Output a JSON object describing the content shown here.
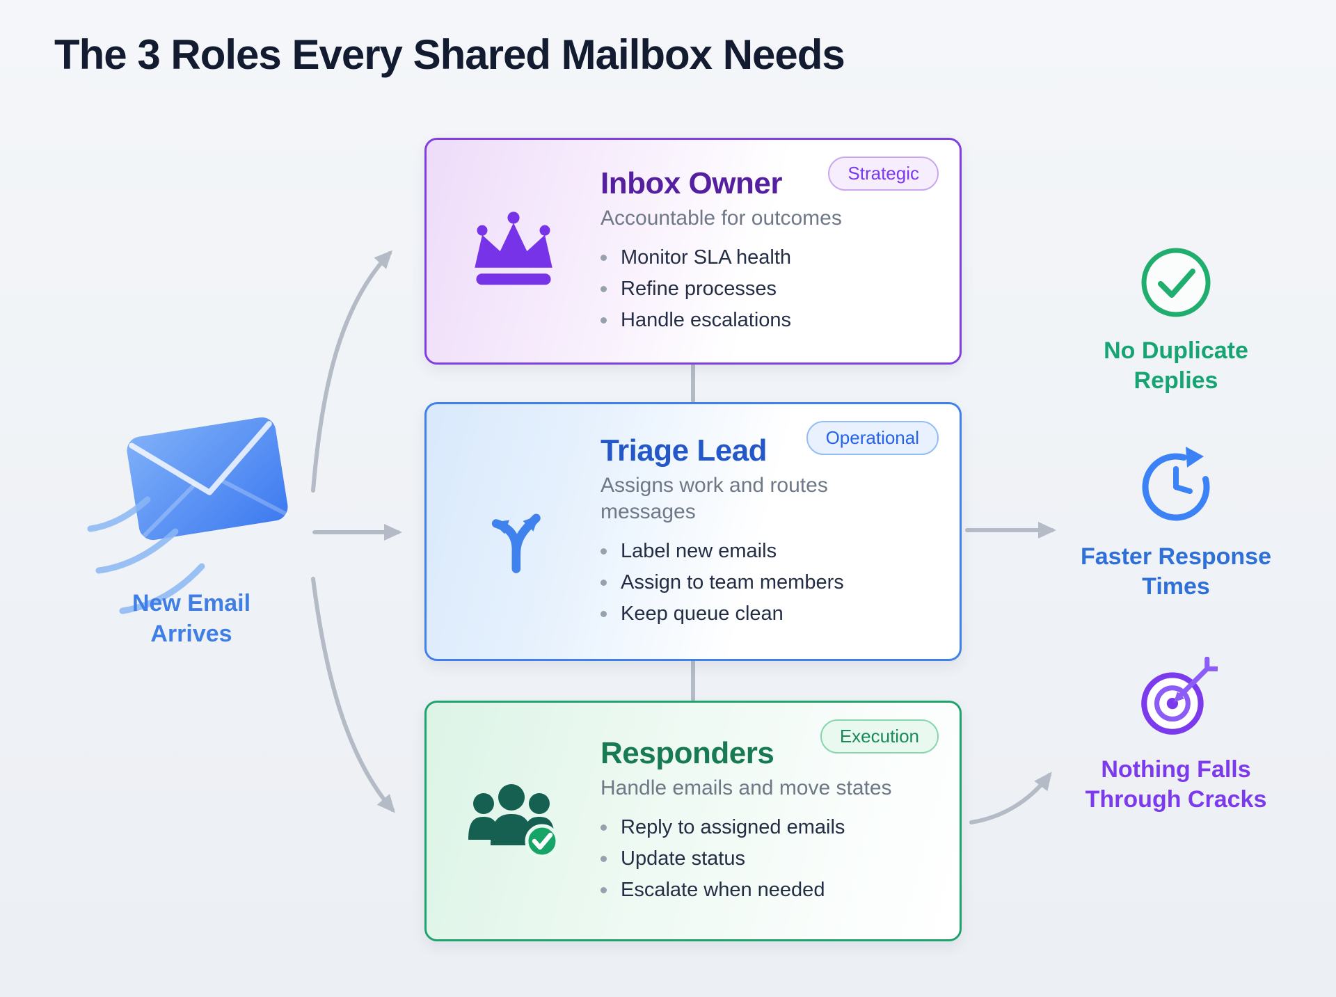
{
  "page": {
    "title": "The 3 Roles Every Shared Mailbox Needs"
  },
  "email_source": {
    "label": "New Email Arrives",
    "icon": "envelope-icon",
    "color": "#4e8cf0"
  },
  "cards": [
    {
      "title": "Inbox Owner",
      "badge": "Strategic",
      "subtitle": "Accountable for outcomes",
      "bullets": [
        "Monitor SLA health",
        "Refine processes",
        "Handle escalations"
      ],
      "icon": "crown-icon",
      "accent": "#7c3aed"
    },
    {
      "title": "Triage Lead",
      "badge": "Operational",
      "subtitle": "Assigns work and routes messages",
      "bullets": [
        "Label new emails",
        "Assign to team members",
        "Keep queue clean"
      ],
      "icon": "route-branch-icon",
      "accent": "#3b82f6"
    },
    {
      "title": "Responders",
      "badge": "Execution",
      "subtitle": "Handle emails and move states",
      "bullets": [
        "Reply to assigned emails",
        "Update status",
        "Escalate when needed"
      ],
      "icon": "team-check-icon",
      "accent": "#10b981"
    }
  ],
  "outcomes": [
    {
      "label": "No Duplicate Replies",
      "icon": "check-circle-icon",
      "color": "#16a572"
    },
    {
      "label": "Faster Response Times",
      "icon": "clock-refresh-icon",
      "color": "#2e6fd8"
    },
    {
      "label": "Nothing Falls Through Cracks",
      "icon": "target-arrow-icon",
      "color": "#7c3aed"
    }
  ]
}
